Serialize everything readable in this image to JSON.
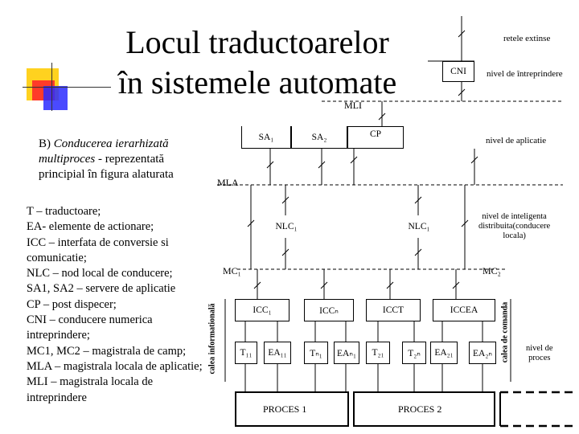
{
  "title": {
    "line1": "Locul traductoarelor",
    "line2": "în sistemele automate"
  },
  "intro": {
    "prefix": "B) ",
    "line1": "Conducerea ierarhizată",
    "line2": "multiproces",
    "line2_suffix": " - reprezentată",
    "line3": "principial în figura alaturata"
  },
  "legend": [
    "T – traductoare;",
    "EA- elemente de actionare;",
    "ICC – interfata de conversie si comunicatie;",
    "NLC – nod local de conducere;",
    "SA1, SA2 – servere de aplicatie",
    "CP – post dispecer;",
    "CNI – conducere numerica intreprindere;",
    "MC1, MC2 – magistrala de camp;",
    "MLA – magistrala locala de aplicatie;",
    "MLI – magistrala locala de intreprindere"
  ],
  "diagram": {
    "retele_extinse": "retele extinse",
    "cni": "CNI",
    "nivel_intreprindere": "nivel de întreprindere",
    "mli": "MLI",
    "sa1": "SA₁",
    "sa2": "SA₂",
    "cp": "CP",
    "nivel_aplicatie": "nivel de aplicatie",
    "mla": "MLA",
    "nlc1_left": "NLC₁",
    "nlc1_right": "NLC₁",
    "nivel_inteligenta": [
      "nivel de inteligenta",
      "distribuita(conducere",
      "locala)"
    ],
    "mc1": "MC₁",
    "mc2": "MC₂",
    "icc1": "ICC₁",
    "iccn": "ICCₙ",
    "icct": "ICCT",
    "iccea": "ICCEA",
    "t11": "T₁₁",
    "ea11": "EA₁₁",
    "tn1": "Tₙ₁",
    "ean1": "EAₙ₁",
    "t21": "T₂₁",
    "t2n": "T₂ₙ",
    "ea21": "EA₂₁",
    "ea2n": "EA₂ₙ",
    "cailea_informationala": "calea informatională",
    "calea_de_comanda": "calea de comanda",
    "nivel_proces": [
      "nivel de",
      "proces"
    ],
    "proces1": "PROCES 1",
    "proces2": "PROCES 2"
  },
  "colors": {
    "deco_yellow": "#ffd21f",
    "deco_red": "#ff2a2a",
    "deco_blue": "#2a2aff"
  }
}
